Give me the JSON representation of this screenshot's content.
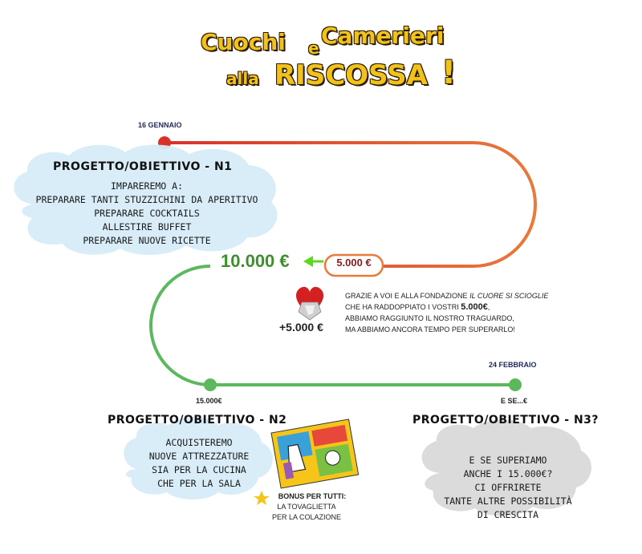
{
  "title": {
    "line1_a": "Cuochi",
    "line1_e": "e",
    "line1_b": "Camerieri",
    "line2_a": "alla",
    "line2_b": "RISCOSSA",
    "line2_c": "!"
  },
  "timeline": {
    "start_date": "16 GENNAIO",
    "end_date": "24 FEBBRAIO",
    "milestone_5000": "5.000 €",
    "milestone_10000": "10.000 €",
    "milestone_15000": "15.000€",
    "milestone_end": "E SE...€",
    "bonus_amount": "+5.000 €"
  },
  "thanks": {
    "line1_a": "GRAZIE A VOI E ALLA FONDAZIONE ",
    "line1_b": "IL CUORE SI SCIOGLIE",
    "line2_a": "CHE HA RADDOPPIATO I VOSTRI ",
    "line2_b": "5.000€",
    "line2_c": ",",
    "line3": "ABBIAMO RAGGIUNTO IL NOSTRO TRAGUARDO,",
    "line4": "MA ABBIAMO ANCORA TEMPO PER SUPERARLO!"
  },
  "project1": {
    "title": "PROGETTO/OBIETTIVO - N1",
    "lines": [
      "IMPAREREMO A:",
      "PREPARARE TANTI STUZZICHINI DA APERITIVO",
      "PREPARARE COCKTAILS",
      "ALLESTIRE BUFFET",
      "PREPARARE NUOVE RICETTE"
    ]
  },
  "project2": {
    "title": "PROGETTO/OBIETTIVO - N2",
    "lines": [
      "ACQUISTEREMO",
      "NUOVE ATTREZZATURE",
      "SIA PER LA CUCINA",
      "CHE PER LA SALA"
    ],
    "bonus_title": "BONUS PER TUTTI:",
    "bonus_line1": "LA TOVAGLIETTA",
    "bonus_line2": "PER LA COLAZIONE"
  },
  "project3": {
    "title": "PROGETTO/OBIETTIVO - N3?",
    "lines": [
      "E SE SUPERIAMO",
      "ANCHE I 15.000€?",
      "CI OFFRIRETE",
      "TANTE ALTRE POSSIBILITÀ",
      "DI CRESCITA"
    ]
  },
  "icons": [
    "heart-icon",
    "star-icon",
    "arrow-left-icon",
    "placemat-image"
  ],
  "colors": {
    "red": "#d9312b",
    "orange": "#e87a3c",
    "green": "#5cb85c",
    "cloud_blue": "#d6ecf7",
    "cloud_grey": "#d9d9d9",
    "navy": "#1f2a5a"
  }
}
